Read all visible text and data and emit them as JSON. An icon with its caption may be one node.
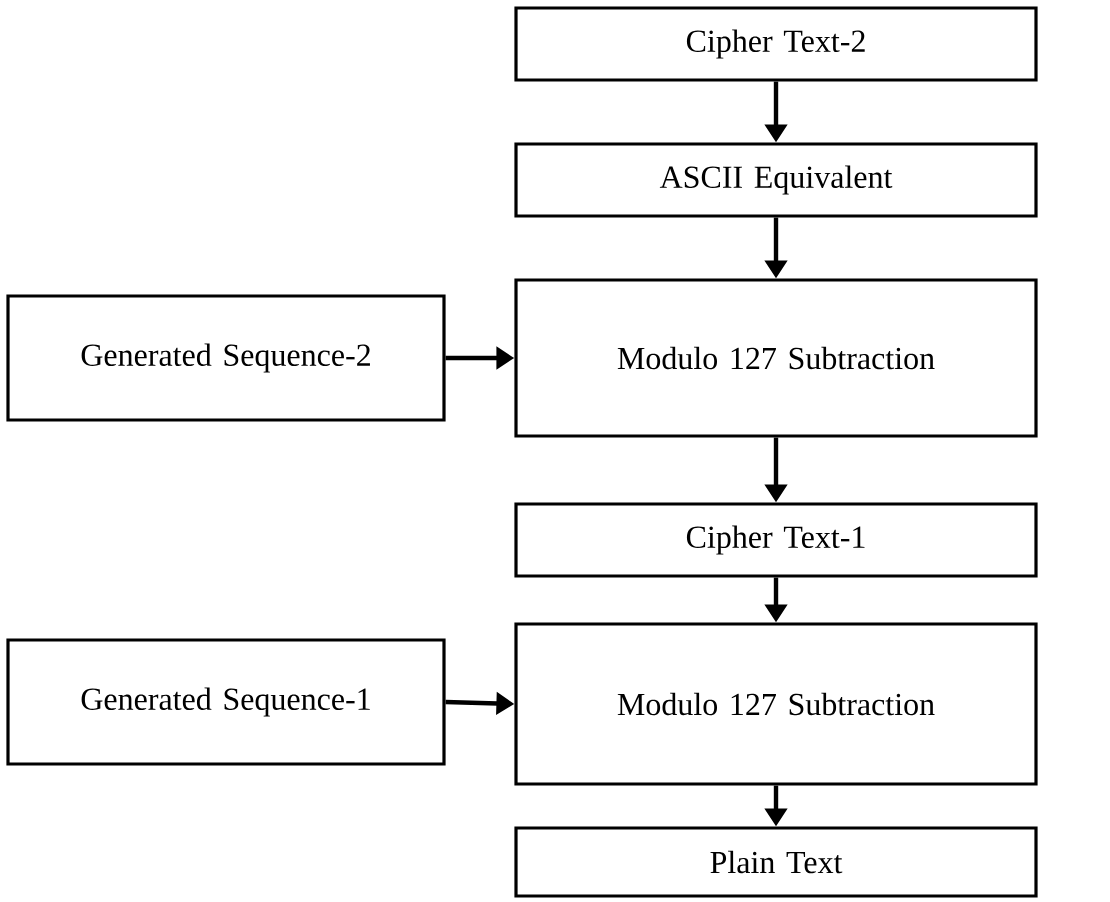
{
  "diagram": {
    "nodes": [
      {
        "text": [
          "Cipher Text-2"
        ]
      },
      {
        "text": [
          "ASCII Equivalent"
        ]
      },
      {
        "text": [
          "Generated Sequence-2"
        ]
      },
      {
        "text": [
          "Modulo 127 Subtraction"
        ]
      },
      {
        "text": [
          "Cipher Text-1"
        ]
      },
      {
        "text": [
          "Generated Sequence-1"
        ]
      },
      {
        "text": [
          "Modulo 127 Subtraction"
        ]
      },
      {
        "text": [
          "Plain Text"
        ]
      }
    ],
    "edges": [
      {
        "from": 0,
        "to": 1,
        "arrow": "to"
      },
      {
        "from": 1,
        "to": 3,
        "arrow": "to"
      },
      {
        "from": 2,
        "to": 3,
        "arrow": "to"
      },
      {
        "from": 3,
        "to": 4,
        "arrow": "to"
      },
      {
        "from": 4,
        "to": 6,
        "arrow": "to"
      },
      {
        "from": 5,
        "to": 6,
        "arrow": "to"
      },
      {
        "from": 6,
        "to": 7,
        "arrow": "to"
      }
    ]
  }
}
